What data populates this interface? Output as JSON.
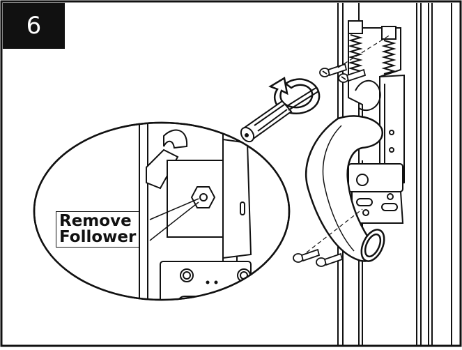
{
  "step": {
    "number": "6"
  },
  "callout": {
    "line1": "Remove",
    "line2": "Follower"
  },
  "icons": [
    "screwdriver-icon",
    "rotation-arrow-icon",
    "screw-icon",
    "magnifier-callout-icon"
  ]
}
